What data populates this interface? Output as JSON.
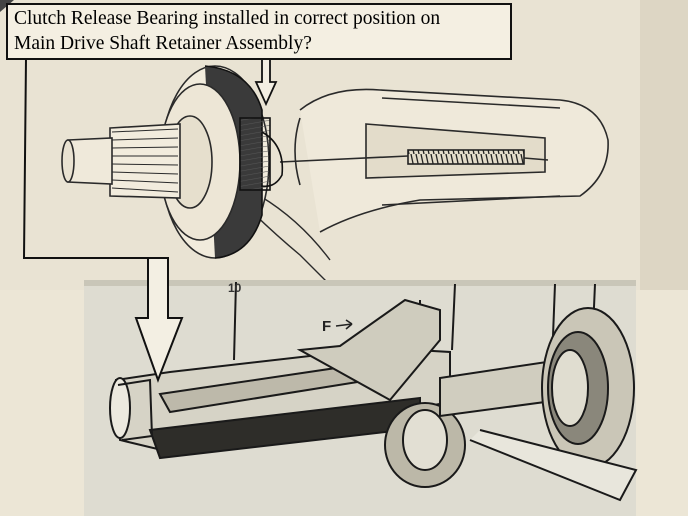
{
  "caption": {
    "line1": "Clutch Release Bearing installed in correct position on",
    "line2": "Main Drive Shaft Retainer Assembly?"
  },
  "lower_diagram": {
    "label_f": "F",
    "label_top": "10"
  },
  "icons": {
    "upper_drawing": "clutch-release-bearing-illustration",
    "lower_drawing": "main-drive-shaft-retainer-illustration",
    "arrow_to_bearing": "arrow-down-icon",
    "arrow_to_shaft": "arrow-down-icon"
  }
}
